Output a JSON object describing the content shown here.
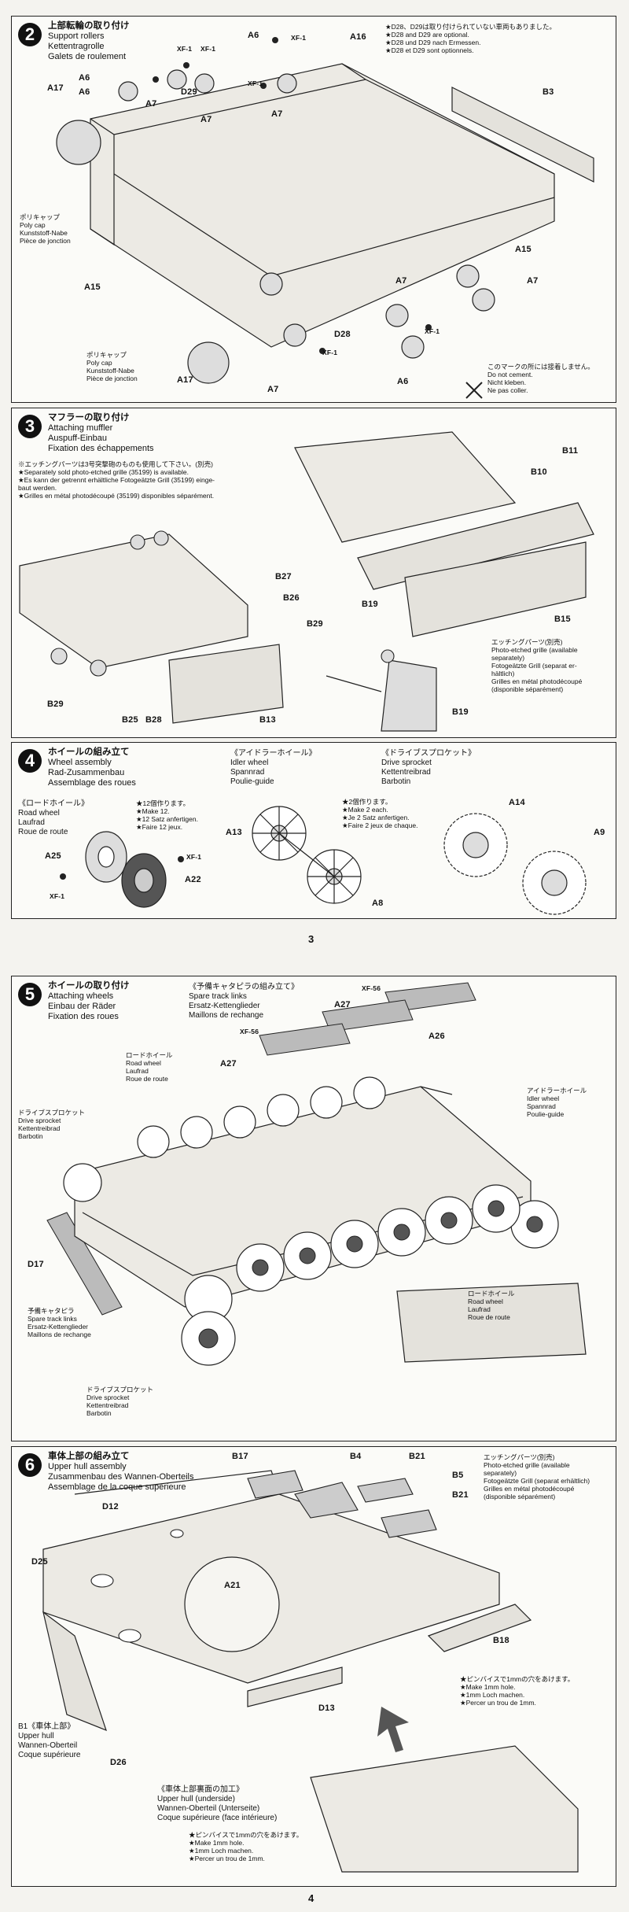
{
  "step2": {
    "number": "2",
    "title": [
      "上部転輪の取り付け",
      "Support rollers",
      "Kettentragrolle",
      "Galets de roulement"
    ],
    "note": [
      "★D28、D29は取り付けられていない車両もありました。",
      "★D28 and D29 are optional.",
      "★D28 und D29 nach Ermessen.",
      "★D28 et D29 sont optionnels."
    ],
    "parts": [
      "A6",
      "XF-1",
      "A16",
      "A17",
      "A6",
      "XF-1",
      "A7",
      "D29",
      "XF-1",
      "A7",
      "A7",
      "B3",
      "A15",
      "A15",
      "A7",
      "A7",
      "XF-1",
      "D28",
      "XF-1",
      "A6",
      "A17",
      "A7",
      "A6",
      "XF-1"
    ],
    "polycap1": [
      "ポリキャップ",
      "Poly cap",
      "Kunststoff-Nabe",
      "Pièce de jonction"
    ],
    "polycap2": [
      "ポリキャップ",
      "Poly cap",
      "Kunststoff-Nabe",
      "Pièce de jonction"
    ],
    "nocement": [
      "このマークの所には接着しません。",
      "Do not cement.",
      "Nicht kleben.",
      "Ne pas coller."
    ]
  },
  "step3": {
    "number": "3",
    "title": [
      "マフラーの取り付け",
      "Attaching muffler",
      "Auspuff-Einbau",
      "Fixation des échappements"
    ],
    "note": [
      "※エッチングパーツは3号突撃砲のものも使用して下さい。(別売)",
      "★Separately sold photo-etched grille (35199) is available.",
      "★Es kann der getrennt erhältliche Fotogeätzte Grill (35199) einge-",
      "baut werden.",
      "★Grilles en métal photodécoupé (35199) disponibles séparément."
    ],
    "parts": [
      "B11",
      "B10",
      "B27",
      "B26",
      "B29",
      "B19",
      "B15",
      "B29",
      "B25",
      "B28",
      "B13",
      "B19"
    ],
    "etched": [
      "エッチングパーツ(別売)",
      "Photo-etched grille (available",
      "separately)",
      "Fotogeätzte Grill (separat er-",
      "hältlich)",
      "Grilles en métal photodécoupé",
      "(disponible séparément)"
    ]
  },
  "step4": {
    "number": "4",
    "title": [
      "ホイールの組み立て",
      "Wheel assembly",
      "Rad-Zusammenbau",
      "Assemblage des roues"
    ],
    "roadwheel": [
      "《ロードホイール》",
      "Road wheel",
      "Laufrad",
      "Roue de route"
    ],
    "make12": [
      "★12個作ります。",
      "★Make 12.",
      "★12 Satz anfertigen.",
      "★Faire 12 jeux."
    ],
    "idler": [
      "《アイドラーホイール》",
      "Idler wheel",
      "Spannrad",
      "Poulie-guide"
    ],
    "sprocket": [
      "《ドライブスプロケット》",
      "Drive sprocket",
      "Kettentreibrad",
      "Barbotin"
    ],
    "make2": [
      "★2個作ります。",
      "★Make 2 each.",
      "★Je 2 Satz anfertigen.",
      "★Faire 2 jeux de chaque."
    ],
    "parts": [
      "A25",
      "XF-1",
      "XF-1",
      "A22",
      "A13",
      "A8",
      "A14",
      "A9"
    ]
  },
  "page3": "3",
  "step5": {
    "number": "5",
    "title": [
      "ホイールの取り付け",
      "Attaching wheels",
      "Einbau der Räder",
      "Fixation des roues"
    ],
    "spare": [
      "《予備キャタピラの組み立て》",
      "Spare track links",
      "Ersatz-Kettenglieder",
      "Maillons de rechange"
    ],
    "parts": [
      "XF-56",
      "A27",
      "A26",
      "XF-56",
      "A27",
      "D17"
    ],
    "roadwheel1": [
      "ロードホイール",
      "Road wheel",
      "Laufrad",
      "Roue de route"
    ],
    "sprocket1": [
      "ドライブスプロケット",
      "Drive sprocket",
      "Kettentreibrad",
      "Barbotin"
    ],
    "idler": [
      "アイドラーホイール",
      "Idler wheel",
      "Spannrad",
      "Poulie-guide"
    ],
    "sparelinks": [
      "予備キャタピラ",
      "Spare track links",
      "Ersatz-Kettenglieder",
      "Maillons de rechange"
    ],
    "roadwheel2": [
      "ロードホイール",
      "Road wheel",
      "Laufrad",
      "Roue de route"
    ],
    "sprocket2": [
      "ドライブスプロケット",
      "Drive sprocket",
      "Kettentreibrad",
      "Barbotin"
    ]
  },
  "step6": {
    "number": "6",
    "title": [
      "車体上部の組み立て",
      "Upper hull assembly",
      "Zusammenbau des Wannen-Oberteils",
      "Assemblage de la coque supérieure"
    ],
    "parts": [
      "B17",
      "B4",
      "B21",
      "B5",
      "B21",
      "D12",
      "D25",
      "A21",
      "B18",
      "D13",
      "D26"
    ],
    "etched": [
      "エッチングパーツ(別売)",
      "Photo-etched grille (available",
      "separately)",
      "Fotogeätzte Grill (separat erhältlich)",
      "Grilles en métal photodécoupé",
      "(disponible séparément)"
    ],
    "hole": [
      "★ピンバイスで1mmの穴をあけます。",
      "★Make 1mm hole.",
      "★1mm Loch machen.",
      "★Percer un trou de 1mm."
    ],
    "upperhull": [
      "B1《車体上部》",
      "Upper hull",
      "Wannen-Oberteil",
      "Coque supérieure"
    ],
    "underside": [
      "《車体上部裏面の加工》",
      "Upper hull (underside)",
      "Wannen-Oberteil (Unterseite)",
      "Coque supérieure (face intérieure)"
    ],
    "hole2": [
      "★ピンバイスで1mmの穴をあけます。",
      "★Make 1mm hole.",
      "★1mm Loch machen.",
      "★Percer un trou de 1mm."
    ]
  },
  "page4": "4"
}
